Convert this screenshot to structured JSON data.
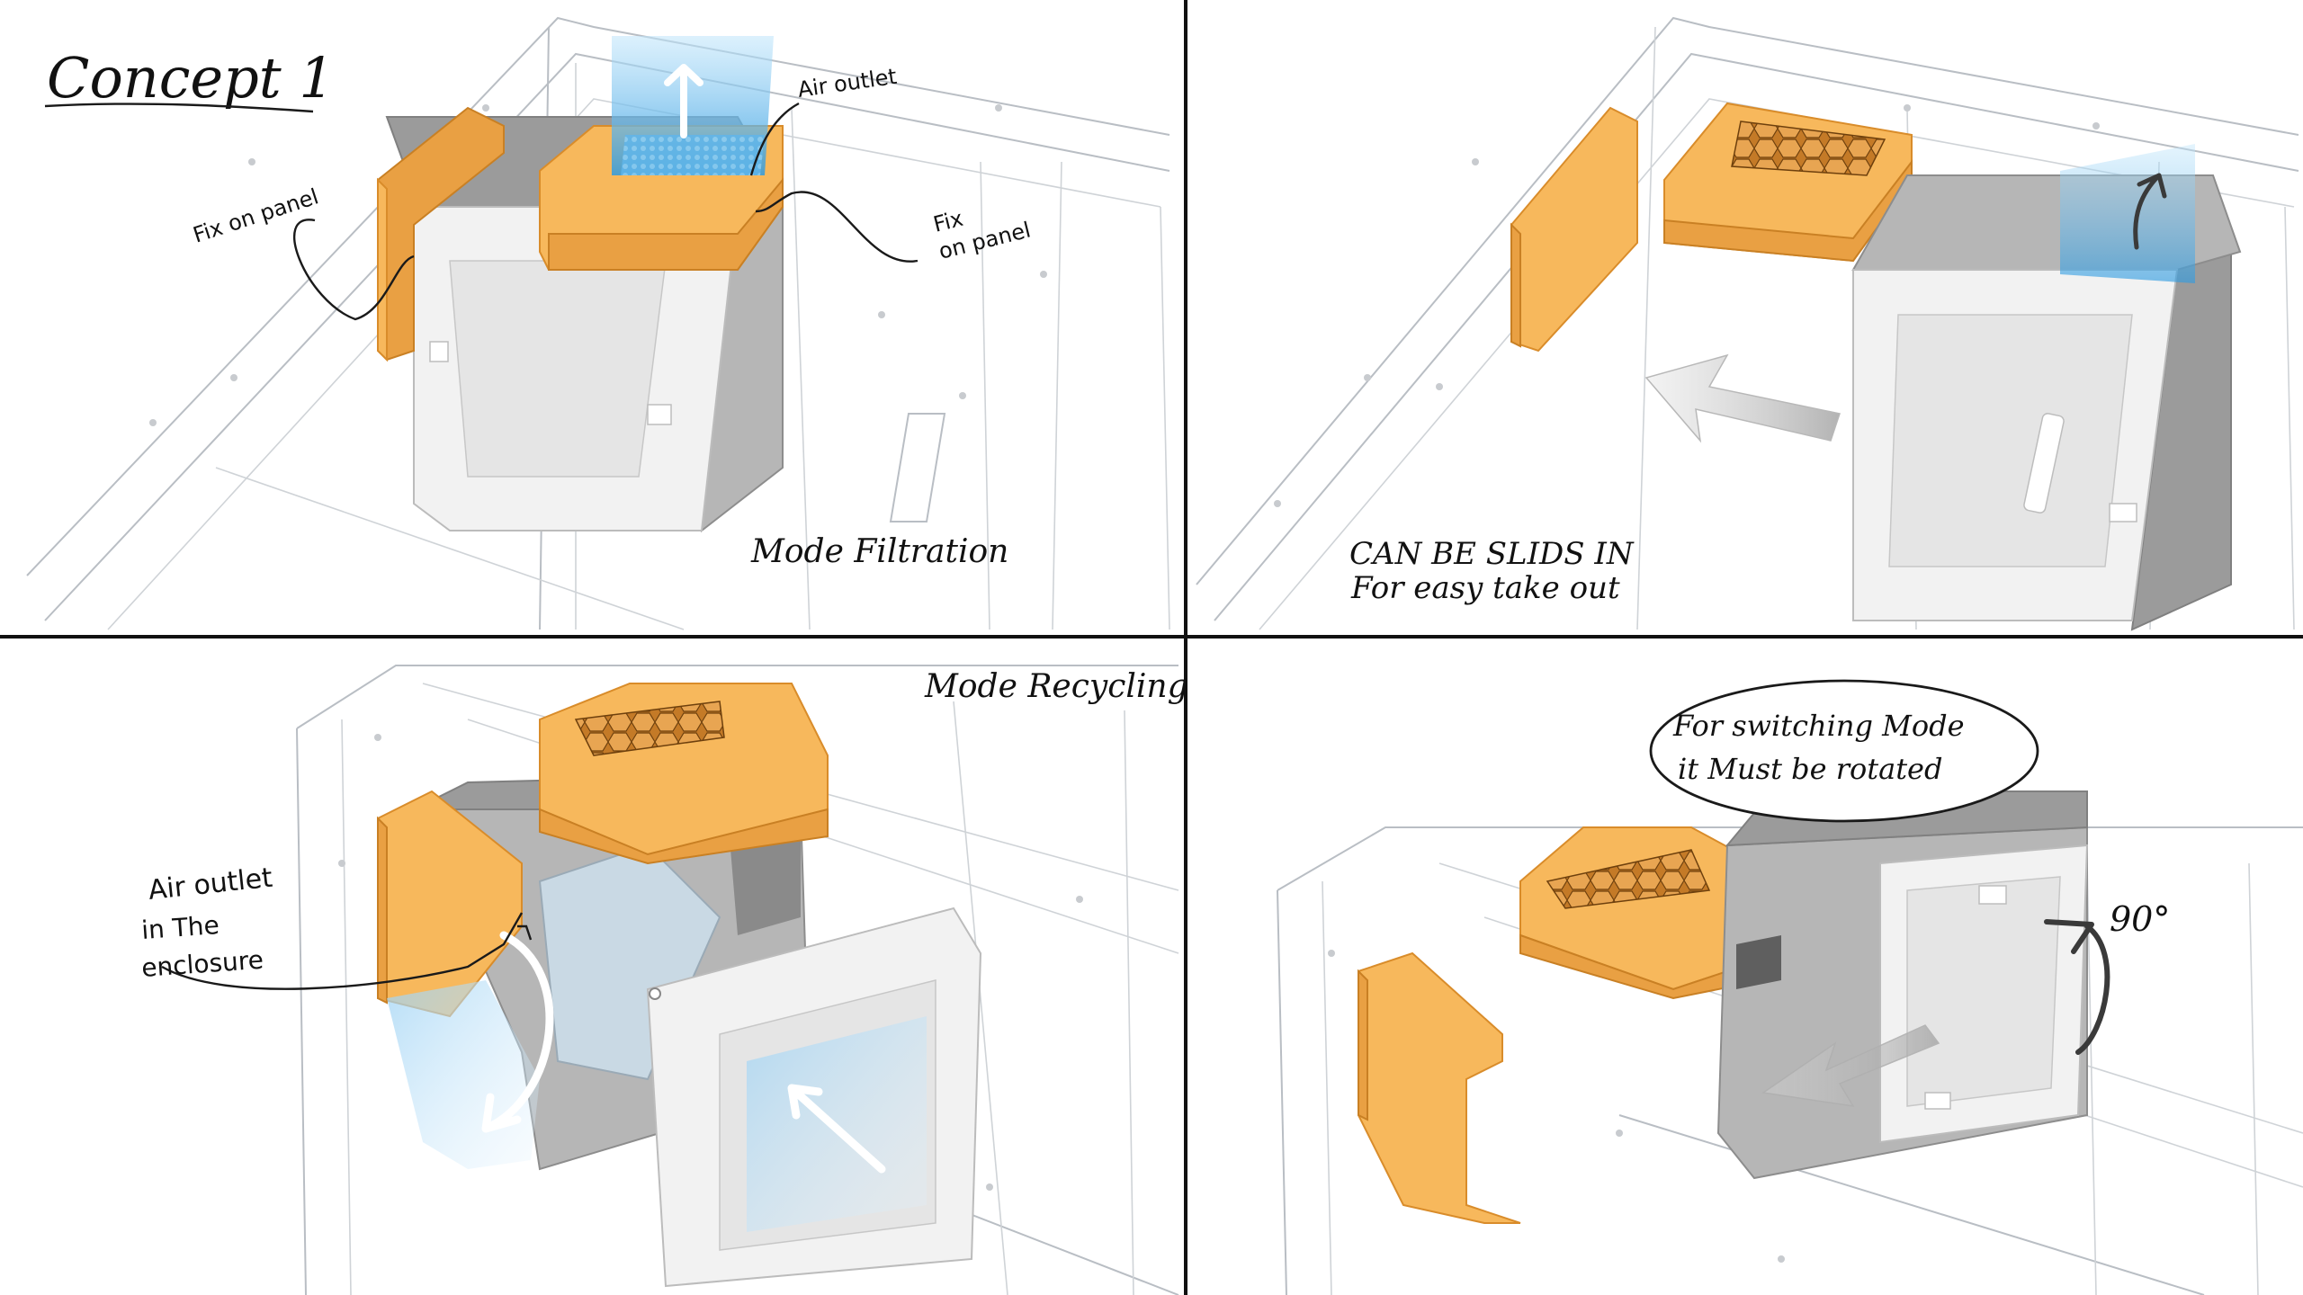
{
  "title": "Concept 1",
  "panels": [
    {
      "caption": "Mode Filtration",
      "labels": {
        "air_outlet": "Air outlet",
        "fix_on_panel_left": "Fix on panel",
        "fix_on_panel_right_l1": "Fix",
        "fix_on_panel_right_l2": "on panel"
      }
    },
    {
      "caption_l1": "CAN BE SLIDS IN",
      "caption_l2": "For easy take out"
    },
    {
      "caption": "Mode Recycling",
      "labels": {
        "air_outlet_l1": "Air outlet",
        "air_outlet_l2": "in The",
        "air_outlet_l3": "enclosure"
      }
    },
    {
      "bubble_l1": "For switching Mode",
      "bubble_l2": "it Must be rotated",
      "angle": "90°"
    }
  ],
  "colors": {
    "orange": "#f7b85c",
    "grey": "#b6b6b6",
    "air_blue": "#7cc4ef",
    "ink": "#111111"
  }
}
